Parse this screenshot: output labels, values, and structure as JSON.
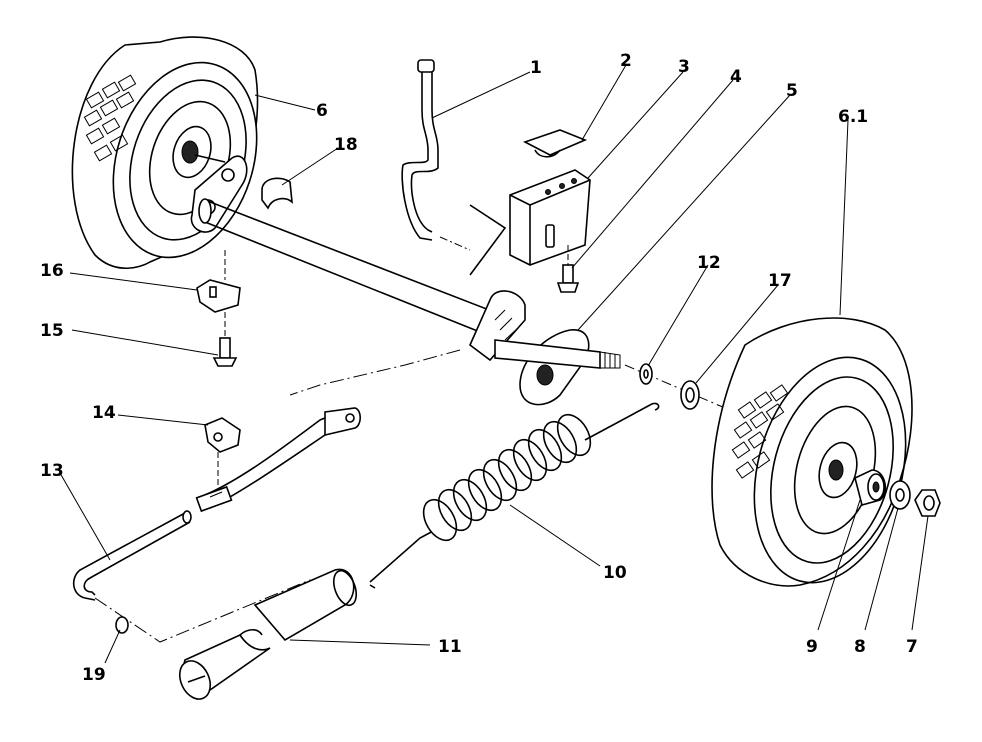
{
  "diagram": {
    "callouts": [
      {
        "id": "label-1",
        "text": "1"
      },
      {
        "id": "label-2",
        "text": "2"
      },
      {
        "id": "label-3",
        "text": "3"
      },
      {
        "id": "label-4",
        "text": "4"
      },
      {
        "id": "label-5",
        "text": "5"
      },
      {
        "id": "label-6",
        "text": "6"
      },
      {
        "id": "label-6-1",
        "text": "6.1"
      },
      {
        "id": "label-7",
        "text": "7"
      },
      {
        "id": "label-8",
        "text": "8"
      },
      {
        "id": "label-9",
        "text": "9"
      },
      {
        "id": "label-10",
        "text": "10"
      },
      {
        "id": "label-11",
        "text": "11"
      },
      {
        "id": "label-12",
        "text": "12"
      },
      {
        "id": "label-13",
        "text": "13"
      },
      {
        "id": "label-14",
        "text": "14"
      },
      {
        "id": "label-15",
        "text": "15"
      },
      {
        "id": "label-16",
        "text": "16"
      },
      {
        "id": "label-17",
        "text": "17"
      },
      {
        "id": "label-18",
        "text": "18"
      },
      {
        "id": "label-19",
        "text": "19"
      }
    ]
  }
}
